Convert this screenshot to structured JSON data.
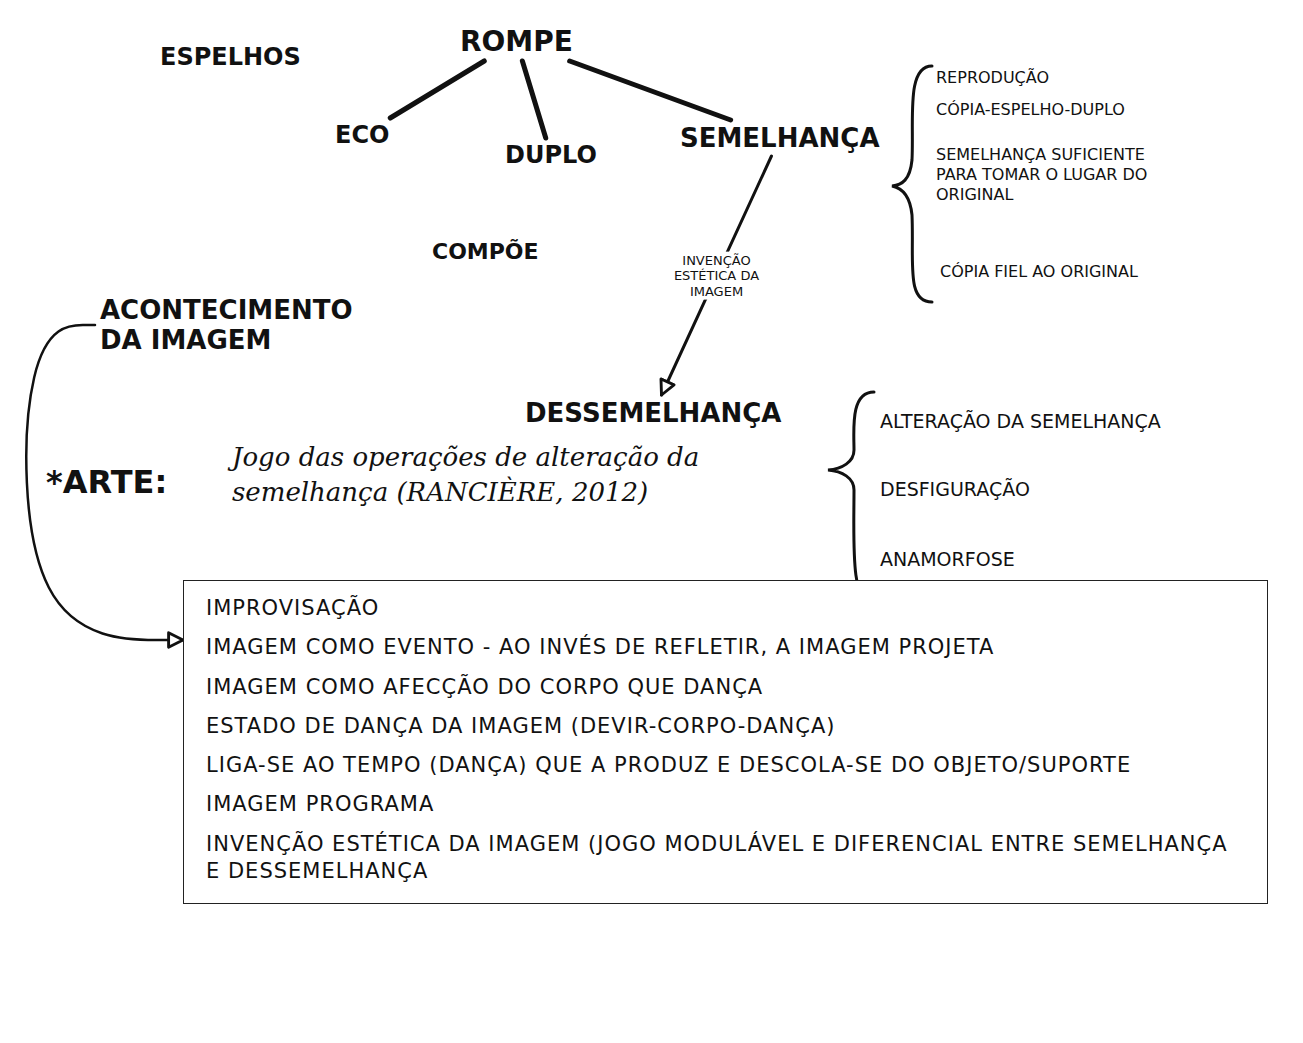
{
  "diagram": {
    "nodes": [
      {
        "text": [
          "ROMPE"
        ]
      },
      {
        "text": [
          "ECO"
        ]
      },
      {
        "text": [
          "DUPLO"
        ]
      },
      {
        "text": [
          "SEMELHANÇA"
        ]
      },
      {
        "text": [
          "DESSEMELHANÇA"
        ]
      },
      {
        "text": [
          "ACONTECIMENTO DA IMAGEM"
        ]
      },
      {
        "text": [
          "IMPROVISAÇÃO",
          "IMAGEM COMO EVENTO - AO INVÉS DE REFLETIR, A IMAGEM PROJETA",
          "IMAGEM COMO AFECÇÃO DO CORPO QUE DANÇA",
          "ESTADO DE DANÇA DA IMAGEM (DEVIR-CORPO-DANÇA)",
          "LIGA-SE AO TEMPO (DANÇA) QUE A PRODUZ E DESCOLA-SE DO OBJETO/SUPORTE",
          "IMAGEM PROGRAMA",
          "INVENÇÃO ESTÉTICA DA IMAGEM (JOGO MODULÁVEL E DIFERENCIAL ENTRE SEMELHANÇA E DESSEMELHANÇA"
        ]
      }
    ],
    "edges": [
      {
        "from": 0,
        "to": 1,
        "arrow": "none"
      },
      {
        "from": 0,
        "to": 2,
        "arrow": "none"
      },
      {
        "from": 0,
        "to": 3,
        "arrow": "none"
      },
      {
        "from": 3,
        "to": 4,
        "label": "INVENÇÃO ESTÉTICA DA IMAGEM",
        "arrow": "to"
      },
      {
        "from": 5,
        "to": 6,
        "arrow": "to"
      }
    ],
    "labels": [
      "ESPELHOS",
      "COMPÕE",
      "REPRODUÇÃO",
      "CÓPIA-ESPELHO-DUPLO",
      "SEMELHANÇA SUFICIENTE PARA TOMAR O LUGAR DO ORIGINAL",
      "CÓPIA FIEL AO ORIGINAL",
      "ALTERAÇÃO DA SEMELHANÇA",
      "DESFIGURAÇÃO",
      "ANAMORFOSE",
      "*ARTE:",
      "Jogo das operações de alteração da semelhança (RANCIÈRE, 2012)"
    ]
  }
}
